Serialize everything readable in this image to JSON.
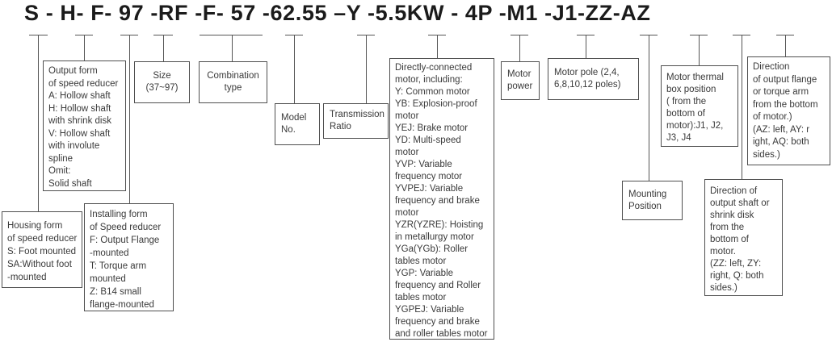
{
  "model_code": "S - H- F- 97 -RF -F- 57 -62.55 –Y -5.5KW - 4P -M1 -J1-ZZ-AZ",
  "colors": {
    "line": "#555555",
    "box_border": "#4f4f4f",
    "text": "#3a3a3a",
    "code_text": "#1b1b1b",
    "background": "#ffffff"
  },
  "segments": [
    {
      "code": "S",
      "meaning": "housing-form",
      "lines": [
        "Housing form",
        "of speed reducer",
        "S: Foot mounted",
        "SA:Without foot",
        "-mounted"
      ]
    },
    {
      "code": "H",
      "meaning": "output-form",
      "lines": [
        "Output form",
        "of speed reducer",
        "A: Hollow shaft",
        "H: Hollow shaft",
        "with shrink disk",
        "V: Hollow shaft",
        "with involute",
        "spline",
        "Omit:",
        "Solid shaft"
      ]
    },
    {
      "code": "F",
      "meaning": "installing-form",
      "lines": [
        "Installing form",
        "of Speed reducer",
        "F: Output Flange",
        "-mounted",
        "T: Torque arm",
        "mounted",
        "Z: B14 small",
        "flange-mounted"
      ]
    },
    {
      "code": "97",
      "meaning": "size",
      "lines": [
        "Size",
        "(37~97)"
      ]
    },
    {
      "code": "RF -F",
      "meaning": "combination-type",
      "lines": [
        "Combination",
        "type"
      ]
    },
    {
      "code": "57",
      "meaning": "model-no",
      "lines": [
        "Model",
        "No."
      ]
    },
    {
      "code": "62.55",
      "meaning": "transmission-ratio",
      "lines": [
        "Transmission",
        "Ratio"
      ]
    },
    {
      "code": "Y",
      "meaning": "motor-type",
      "lines": [
        "Directly-connected",
        "motor, including:",
        "Y: Common motor",
        "YB: Explosion-proof",
        "motor",
        "YEJ: Brake motor",
        "YD: Multi-speed",
        "motor",
        "YVP: Variable",
        "frequency motor",
        "YVPEJ: Variable",
        "frequency and brake",
        "motor",
        "YZR(YZRE): Hoisting",
        "in metallurgy motor",
        "YGa(YGb): Roller",
        "tables motor",
        "YGP: Variable",
        "frequency and Roller",
        "tables motor",
        "YGPEJ: Variable",
        "frequency and brake",
        "and roller tables motor"
      ]
    },
    {
      "code": "5.5KW",
      "meaning": "motor-power",
      "lines": [
        "Motor",
        "power"
      ]
    },
    {
      "code": "4P",
      "meaning": "motor-pole",
      "lines": [
        "Motor pole (2,4,",
        "6,8,10,12  poles)"
      ]
    },
    {
      "code": "M1",
      "meaning": "mounting-position",
      "lines": [
        "Mounting",
        "Position"
      ]
    },
    {
      "code": "J1",
      "meaning": "thermal-box-position",
      "lines": [
        "Motor thermal",
        "box position",
        "( from the",
        "bottom of",
        "motor):J1, J2,",
        "J3, J4"
      ]
    },
    {
      "code": "ZZ",
      "meaning": "output-shaft-direction",
      "lines": [
        "Direction of",
        "output shaft or",
        "shrink disk",
        "from the",
        "bottom of",
        "motor.",
        "(ZZ: left, ZY:",
        "right, Q: both",
        "sides.)"
      ]
    },
    {
      "code": "AZ",
      "meaning": "output-flange-direction",
      "lines": [
        "Direction",
        "of output flange",
        "or torque arm",
        "from the bottom",
        "of motor.)",
        " (AZ: left, AY: r",
        "ight, AQ: both",
        "sides.)"
      ]
    }
  ]
}
